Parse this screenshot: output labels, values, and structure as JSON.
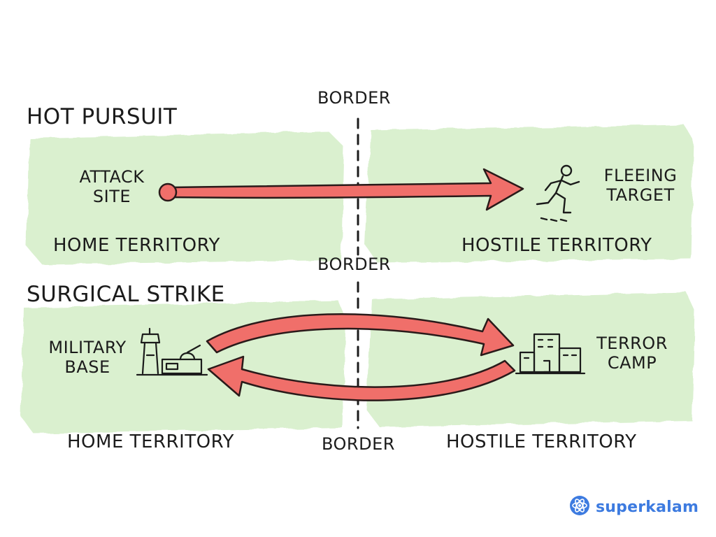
{
  "hot_pursuit": {
    "title": "HOT PURSUIT",
    "border_label": "BORDER",
    "origin_label_line1": "ATTACK",
    "origin_label_line2": "SITE",
    "target_label_line1": "FLEEING",
    "target_label_line2": "TARGET",
    "home_label": "HOME TERRITORY",
    "hostile_label": "HOSTILE TERRITORY"
  },
  "surgical_strike": {
    "title": "SURGICAL STRIKE",
    "border_label_top": "BORDER",
    "border_label_bottom": "BORDER",
    "origin_label_line1": "MILITARY",
    "origin_label_line2": "BASE",
    "target_label_line1": "TERROR",
    "target_label_line2": "CAMP",
    "home_label": "HOME TERRITORY",
    "hostile_label": "HOSTILE TERRITORY"
  },
  "brand": {
    "name": "superkalam"
  },
  "colors": {
    "territory_fill": "#d8efcc",
    "arrow_fill": "#f06f6a",
    "arrow_stroke": "#2a1a1a",
    "ink": "#1b1b1b",
    "brand": "#3d7be0"
  },
  "icons": [
    "running-person-icon",
    "control-tower-icon",
    "building-icon",
    "atom-logo-icon"
  ]
}
